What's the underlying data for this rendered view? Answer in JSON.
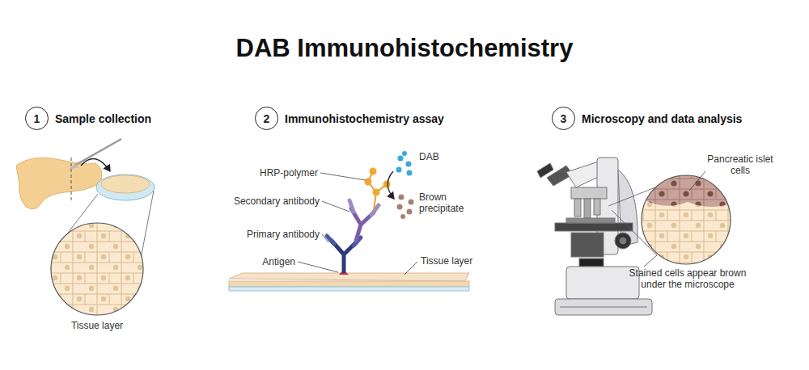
{
  "diagram": {
    "title": "DAB Immunohistochemistry",
    "nodes": [
      {
        "text": [
          "1",
          "Sample collection"
        ]
      },
      {
        "text": [
          "2",
          "Immunohistochemistry assay"
        ]
      },
      {
        "text": [
          "3",
          "Microscopy and data analysis"
        ]
      }
    ],
    "labels": [
      "Tissue layer",
      "HRP-polymer",
      "DAB",
      "Brown precipitate",
      "Secondary antibody",
      "Primary antibody",
      "Antigen",
      "Tissue layer",
      "Pancreatic islet cells",
      "Stained cells appear brown under the microscope"
    ]
  }
}
